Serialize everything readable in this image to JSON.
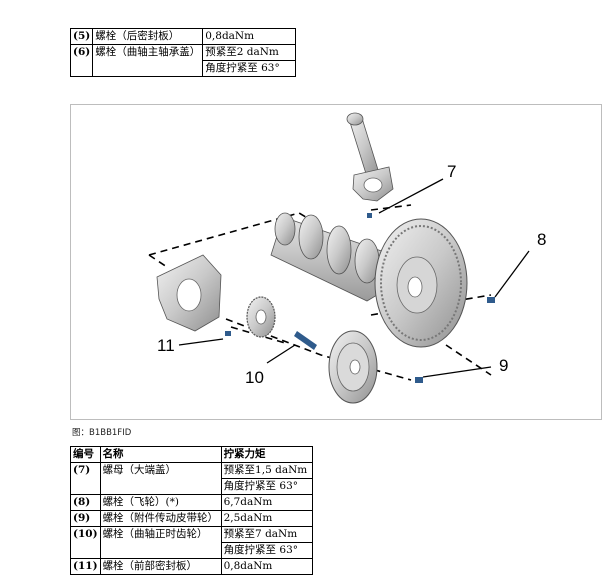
{
  "top_table": {
    "rows": [
      {
        "num": "(5)",
        "name": "螺栓（后密封板）",
        "torque": [
          "0,8daNm"
        ]
      },
      {
        "num": "(6)",
        "name": "螺栓（曲轴主轴承盖）",
        "torque": [
          "预紧至2 daNm",
          "角度拧紧至  63°"
        ]
      }
    ]
  },
  "figure": {
    "caption": "图：B1BB1FID",
    "callouts": {
      "c7": "7",
      "c8": "8",
      "c9": "9",
      "c10": "10",
      "c11": "11"
    }
  },
  "bottom_table": {
    "headers": {
      "num": "编号",
      "name": "名称",
      "torque": "拧紧力矩"
    },
    "rows": [
      {
        "num": "(7)",
        "name": "螺母（大端盖）",
        "torque": [
          "预紧至1,5 daNm",
          "角度拧紧至  63°"
        ]
      },
      {
        "num": "(8)",
        "name": "螺栓（飞轮）(*)",
        "torque": [
          "6,7daNm"
        ]
      },
      {
        "num": "(9)",
        "name": "螺栓（附件传动皮带轮）",
        "torque": [
          "2,5daNm"
        ]
      },
      {
        "num": "(10)",
        "name": "螺栓（曲轴正时齿轮）",
        "torque": [
          "预紧至7 daNm",
          "角度拧紧至  63°"
        ]
      },
      {
        "num": "(11)",
        "name": "螺栓（前部密封板）",
        "torque": [
          "0,8daNm"
        ]
      }
    ]
  }
}
